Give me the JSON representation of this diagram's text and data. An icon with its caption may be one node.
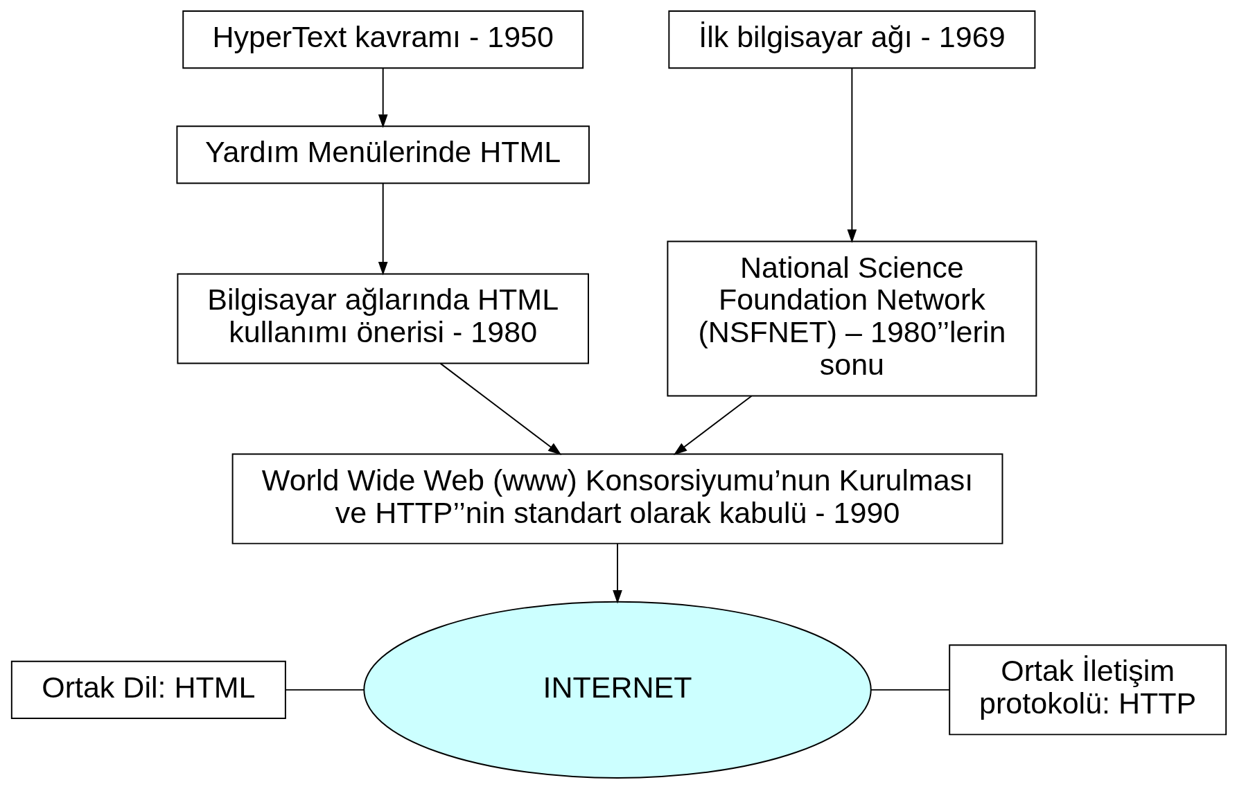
{
  "diagram": {
    "nodes": [
      {
        "text": [
          "HyperText kavramı - 1950"
        ]
      },
      {
        "text": [
          "İlk bilgisayar ağı - 1969"
        ]
      },
      {
        "text": [
          "Yardım Menülerinde HTML"
        ]
      },
      {
        "text": [
          "National Science Foundation Network (NSFNET) – 1980’’lerin sonu"
        ]
      },
      {
        "text": [
          "Bilgisayar ağlarında HTML kullanımı önerisi - 1980"
        ]
      },
      {
        "text": [
          "World Wide Web (www) Konsorsiyumu’nun Kurulması ve HTTP’’nin standart olarak kabulü - 1990"
        ]
      },
      {
        "text": [
          "Ortak Dil: HTML"
        ]
      },
      {
        "text": [
          "INTERNET"
        ]
      },
      {
        "text": [
          "Ortak İletişim protokolü: HTTP"
        ]
      }
    ],
    "edges": [
      {
        "from": 0,
        "to": 2,
        "arrow": "to"
      },
      {
        "from": 2,
        "to": 4,
        "arrow": "to"
      },
      {
        "from": 1,
        "to": 3,
        "arrow": "to"
      },
      {
        "from": 4,
        "to": 5,
        "arrow": "to"
      },
      {
        "from": 3,
        "to": 5,
        "arrow": "to"
      },
      {
        "from": 5,
        "to": 7,
        "arrow": "to"
      },
      {
        "from": 6,
        "to": 7,
        "arrow": "none"
      },
      {
        "from": 7,
        "to": 8,
        "arrow": "none"
      }
    ]
  }
}
